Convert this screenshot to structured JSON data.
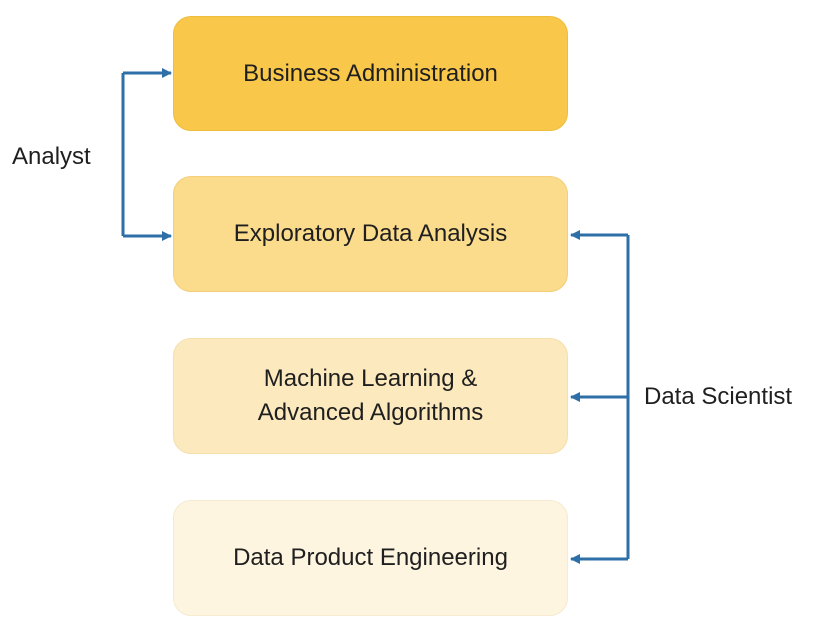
{
  "diagram": {
    "boxes": [
      {
        "id": "business-administration",
        "label": "Business Administration"
      },
      {
        "id": "exploratory-data-analysis",
        "label": "Exploratory Data Analysis"
      },
      {
        "id": "machine-learning",
        "label": "Machine Learning &\nAdvanced Algorithms"
      },
      {
        "id": "data-product-engineering",
        "label": "Data Product Engineering"
      }
    ],
    "groups": [
      {
        "label": "Analyst",
        "covers": [
          "business-administration",
          "exploratory-data-analysis"
        ]
      },
      {
        "label": "Data Scientist",
        "covers": [
          "exploratory-data-analysis",
          "machine-learning",
          "data-product-engineering"
        ]
      }
    ]
  },
  "colors": {
    "arrow": "#2e6fa8",
    "box_fills": [
      "#f9c84a",
      "#fbdb8c",
      "#fce9bd",
      "#fef5e0"
    ]
  }
}
